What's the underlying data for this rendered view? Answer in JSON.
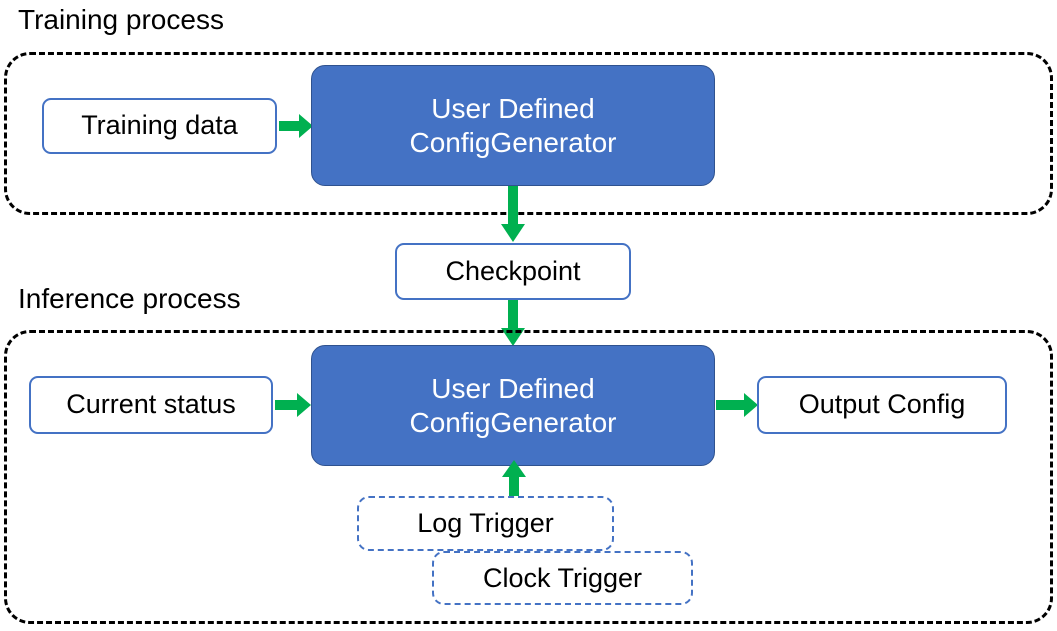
{
  "diagram": {
    "title_training": "Training process",
    "title_inference": "Inference process",
    "colors": {
      "arrow_green": "#00B050",
      "box_blue_fill": "#4472C4",
      "box_blue_border": "#2F528F",
      "outline_border": "#4472C4",
      "container_dash": "#000000",
      "text_dark": "#000000",
      "text_light": "#FFFFFF"
    },
    "training": {
      "input_box": "Training data",
      "process_line1": "User Defined",
      "process_line2": "ConfigGenerator"
    },
    "checkpoint": {
      "label": "Checkpoint"
    },
    "inference": {
      "input_box": "Current status",
      "process_line1": "User Defined",
      "process_line2": "ConfigGenerator",
      "output_box": "Output Config",
      "trigger_log": "Log Trigger",
      "trigger_clock": "Clock Trigger"
    },
    "edges": [
      {
        "from": "Training data",
        "to": "User Defined ConfigGenerator",
        "direction": "right"
      },
      {
        "from": "User Defined ConfigGenerator",
        "to": "Checkpoint",
        "direction": "down"
      },
      {
        "from": "Checkpoint",
        "to": "User Defined ConfigGenerator",
        "direction": "down"
      },
      {
        "from": "Current status",
        "to": "User Defined ConfigGenerator",
        "direction": "right"
      },
      {
        "from": "User Defined ConfigGenerator",
        "to": "Output Config",
        "direction": "right"
      },
      {
        "from": "Log Trigger / Clock Trigger",
        "to": "User Defined ConfigGenerator",
        "direction": "up"
      }
    ]
  }
}
